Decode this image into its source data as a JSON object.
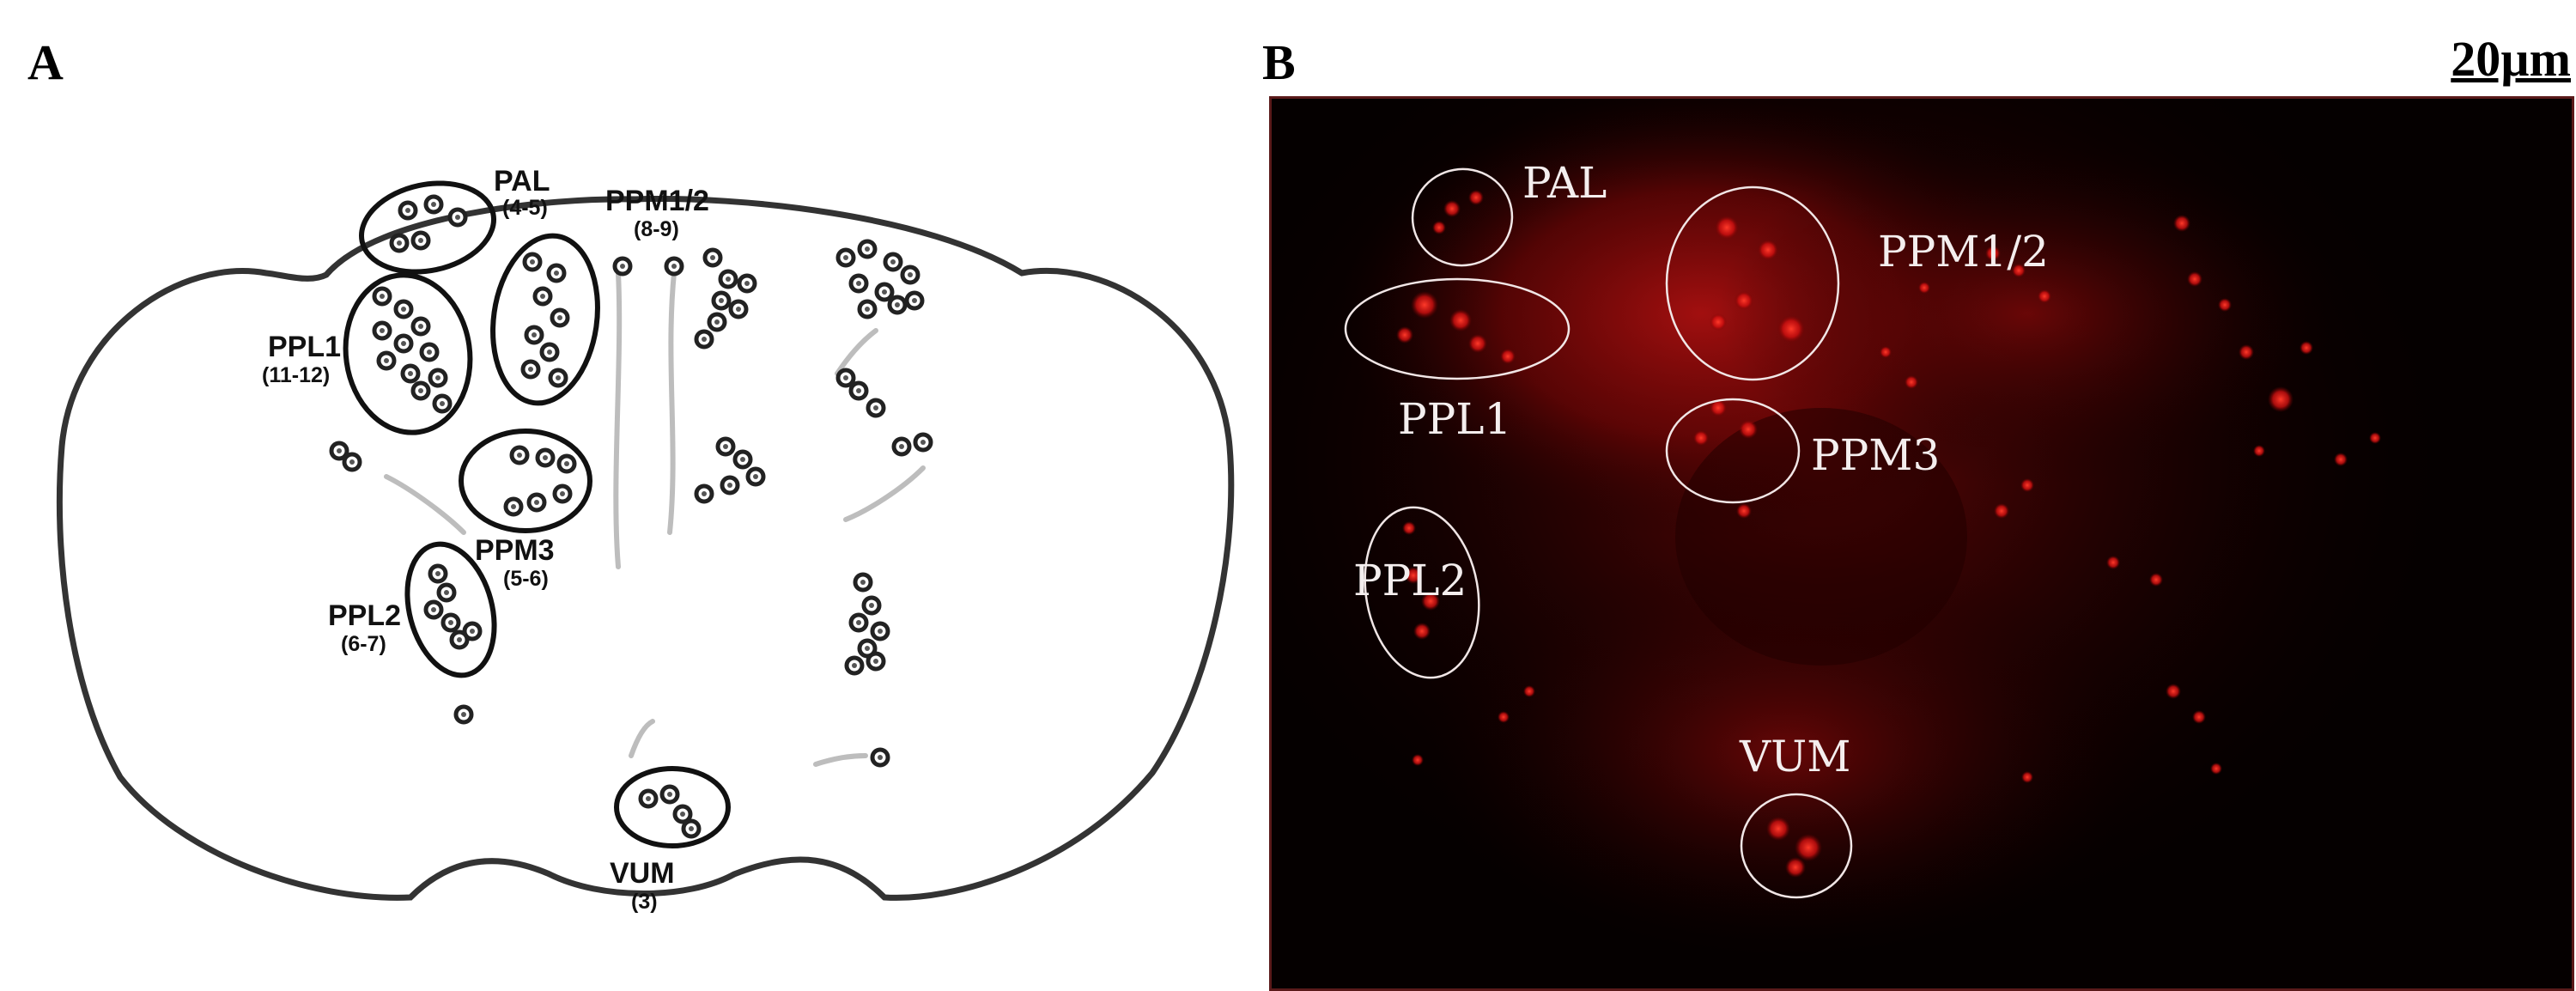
{
  "panel_a": {
    "letter": "A",
    "clusters": [
      {
        "name": "PAL",
        "count": "(4-5)"
      },
      {
        "name": "PPM1/2",
        "count": "(8-9)"
      },
      {
        "name": "PPL1",
        "count": "(11-12)"
      },
      {
        "name": "PPM3",
        "count": "(5-6)"
      },
      {
        "name": "PPL2",
        "count": "(6-7)"
      },
      {
        "name": "VUM",
        "count": "(3)"
      }
    ]
  },
  "panel_b": {
    "letter": "B",
    "scale_bar": "20µm",
    "clusters": [
      "PAL",
      "PPM1/2",
      "PPL1",
      "PPM3",
      "PPL2",
      "VUM"
    ]
  },
  "colors": {
    "fluorescence": "#d81010",
    "background": "#000000",
    "outline": "#111111"
  }
}
